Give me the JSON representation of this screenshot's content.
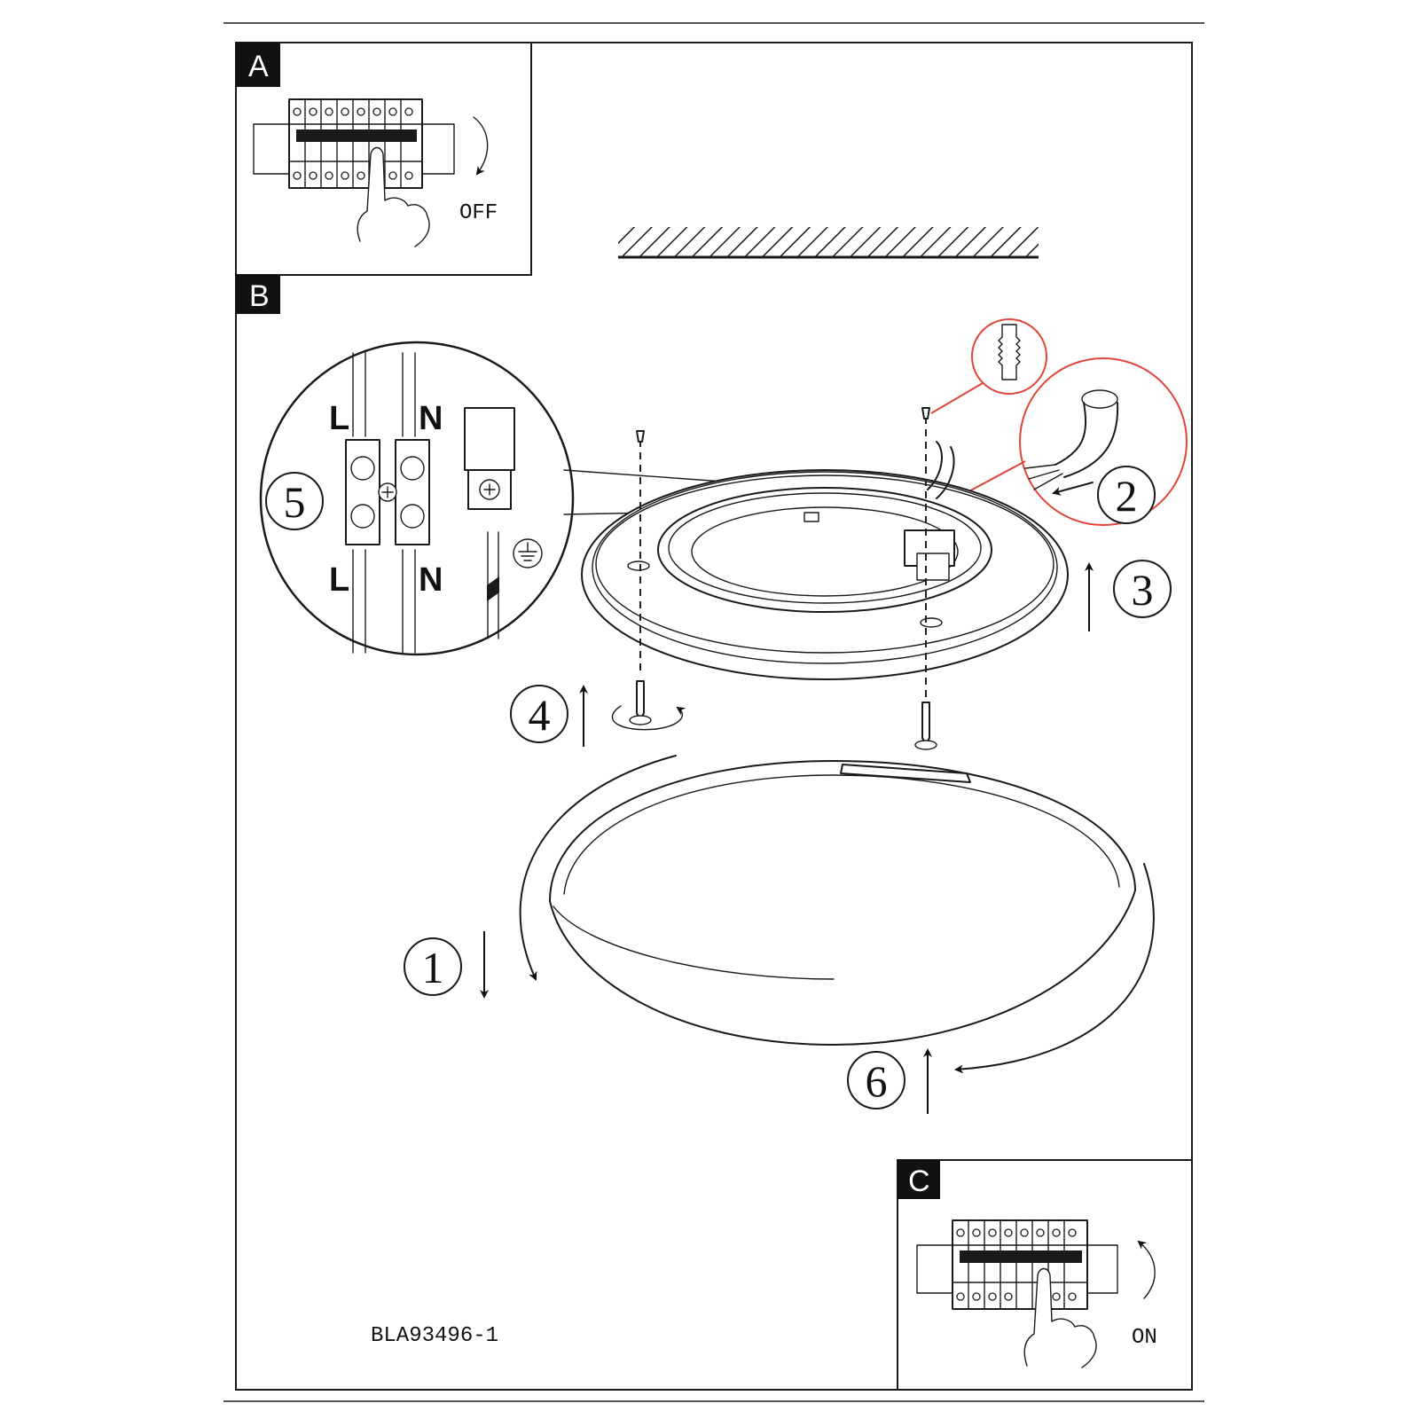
{
  "panels": {
    "a": {
      "tag": "A",
      "switch_label": "OFF"
    },
    "b": {
      "tag": "B"
    },
    "c": {
      "tag": "C",
      "switch_label": "ON"
    }
  },
  "steps": [
    "1",
    "2",
    "3",
    "4",
    "5",
    "6"
  ],
  "wiring": {
    "top_left": "L",
    "top_right": "N",
    "bottom_left": "L",
    "bottom_right": "N"
  },
  "model_code": "BLA93496-1",
  "colors": {
    "line": "#1a1a1a",
    "callout": "#e0453a",
    "tag_bg": "#111111"
  },
  "icons": [
    "circuit-breaker-icon",
    "hand-icon",
    "earth-ground-icon",
    "wall-plug-icon",
    "screw-icon",
    "terminal-block-icon"
  ]
}
